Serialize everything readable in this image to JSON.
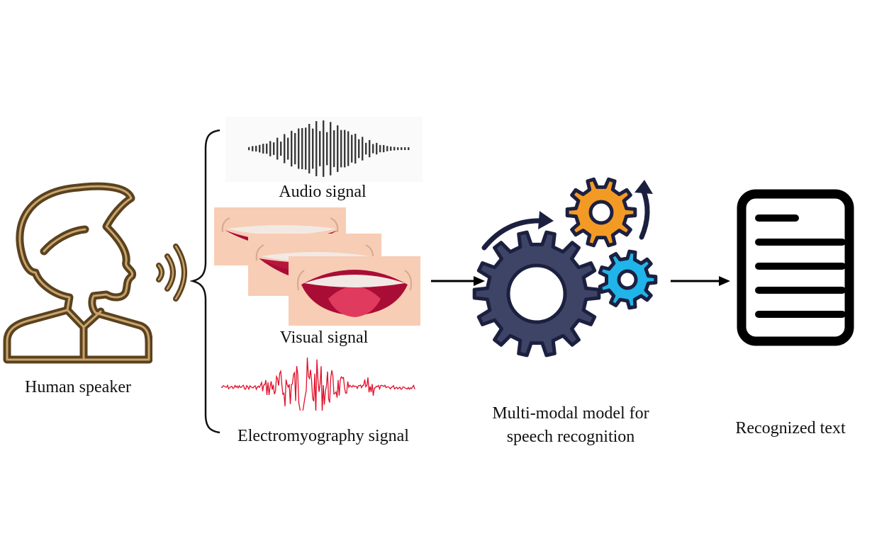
{
  "labels": {
    "speaker": "Human speaker",
    "audio": "Audio signal",
    "visual": "Visual signal",
    "emg": "Electromyography signal",
    "model_line1": "Multi-modal model for",
    "model_line2": "speech recognition",
    "output": "Recognized text"
  },
  "colors": {
    "speaker_outline": "#8b6b3e",
    "audio_wave": "#3a3a3a",
    "lips": "#b0123a",
    "skin": "#f7cdb5",
    "tongue": "#e03a5e",
    "emg_wave": "#e0102a",
    "gear_large": "#3e4466",
    "gear_orange": "#f39a24",
    "gear_blue": "#1fb5ea",
    "gear_outline": "#1c2040",
    "document": "#000000"
  },
  "icons": [
    "human-speaker-icon",
    "sound-waves-icon",
    "audio-waveform-icon",
    "mouth-icon",
    "emg-waveform-icon",
    "gears-icon",
    "document-icon"
  ]
}
